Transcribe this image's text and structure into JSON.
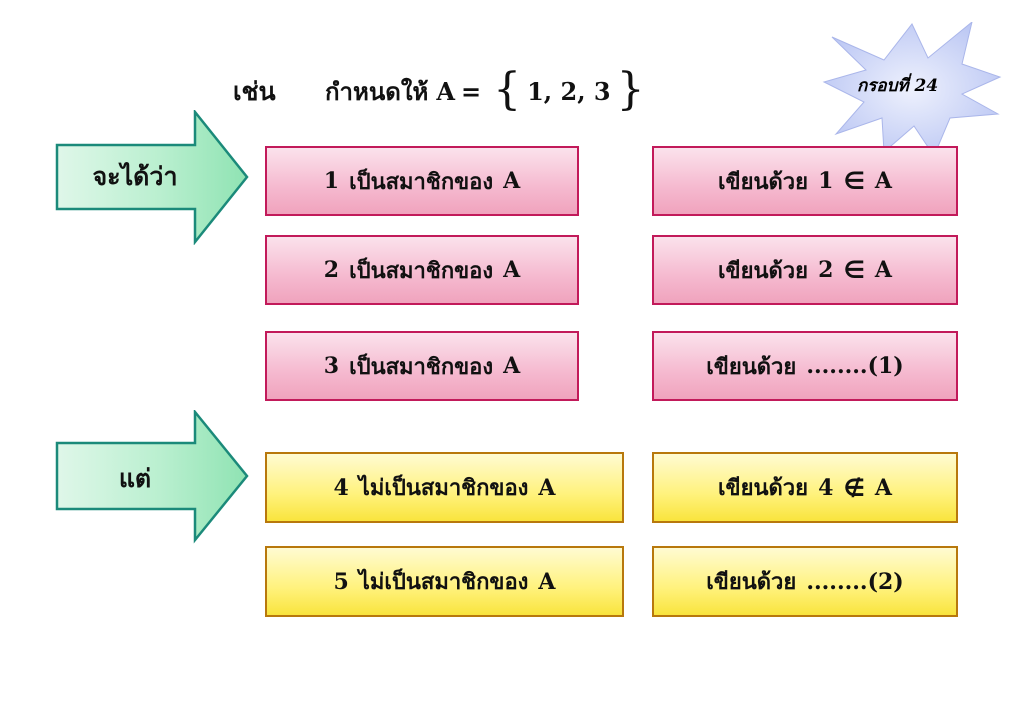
{
  "header": {
    "example_label": "เช่น",
    "given_text": "กำหนดให้",
    "set_name": "A",
    "equals": "=",
    "open_brace": "{",
    "set_elements": "1, 2, 3",
    "close_brace": "}"
  },
  "frame_badge": {
    "label": "กรอบที่ 24"
  },
  "arrows": [
    {
      "label": "จะได้ว่า"
    },
    {
      "label": "แต่"
    }
  ],
  "member_statements": [
    {
      "number": "1",
      "text": "เป็นสมาชิกของ",
      "set": "A"
    },
    {
      "number": "2",
      "text": "เป็นสมาชิกของ",
      "set": "A"
    },
    {
      "number": "3",
      "text": "เป็นสมาชิกของ",
      "set": "A"
    },
    {
      "number": "4",
      "text": "ไม่เป็นสมาชิกของ",
      "set": "A"
    },
    {
      "number": "5",
      "text": "ไม่เป็นสมาชิกของ",
      "set": "A"
    }
  ],
  "notations": [
    {
      "prefix": "เขียนด้วย",
      "element": "1",
      "symbol": "∈",
      "set": "A"
    },
    {
      "prefix": "เขียนด้วย",
      "element": "2",
      "symbol": "∈",
      "set": "A"
    },
    {
      "prefix": "เขียนด้วย",
      "blank": "........(1)"
    },
    {
      "prefix": "เขียนด้วย",
      "element": "4",
      "symbol": "∉",
      "set": "A"
    },
    {
      "prefix": "เขียนด้วย",
      "blank": "........(2)"
    }
  ],
  "colors": {
    "member_box_border": "#c21a5a",
    "non_member_box_border": "#b8780c",
    "arrow_border": "#1b8a7a",
    "star_fill": "#c9d3f7"
  }
}
